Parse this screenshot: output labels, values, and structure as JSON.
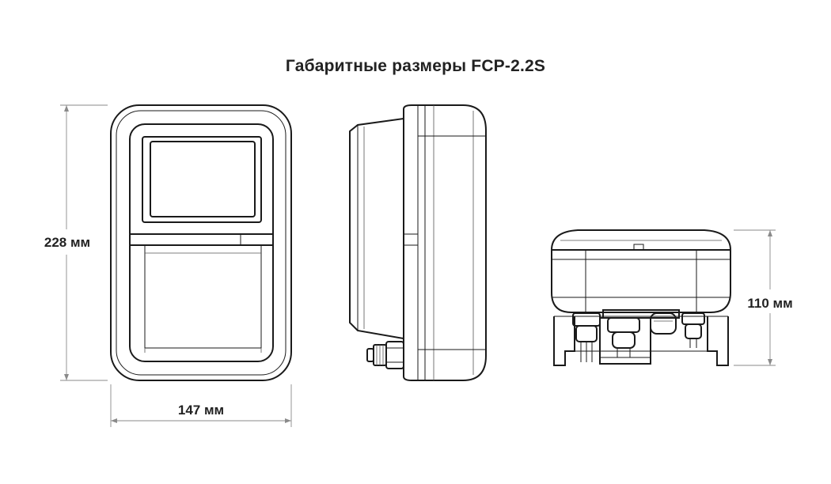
{
  "title": "Габаритные размеры FCP-2.2S",
  "dimensions": {
    "height": "228 мм",
    "width": "147 мм",
    "depth": "110 мм"
  },
  "views": [
    "front-view",
    "side-view",
    "bottom-view"
  ]
}
